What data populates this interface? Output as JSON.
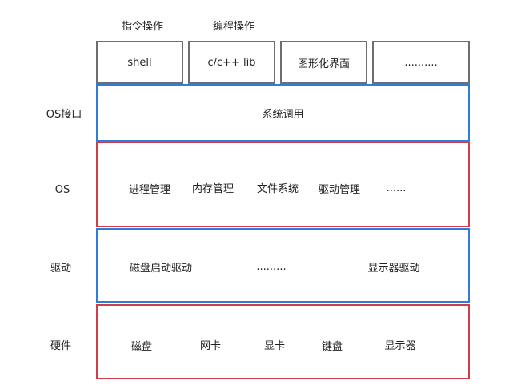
{
  "top_labels": {
    "command_ops": "指令操作",
    "programming_ops": "编程操作"
  },
  "interface_tools": {
    "shell": "shell",
    "clib": "c/c++ lib",
    "gui": "图形化界面",
    "more": ".........."
  },
  "layers": {
    "os_interface": {
      "label": "OS接口",
      "content": "系统调用"
    },
    "os": {
      "label": "OS",
      "items": [
        "进程管理",
        "内存管理",
        "文件系统",
        "驱动管理",
        "......"
      ]
    },
    "drivers": {
      "label": "驱动",
      "items": [
        "磁盘启动驱动",
        ".........",
        "显示器驱动"
      ]
    },
    "hardware": {
      "label": "硬件",
      "items": [
        "磁盘",
        "网卡",
        "显卡",
        "键盘",
        "显示器"
      ]
    }
  },
  "colors": {
    "gray_border": "#6e6e6e",
    "blue_border": "#2f7dd8",
    "red_border": "#d23c4a"
  }
}
